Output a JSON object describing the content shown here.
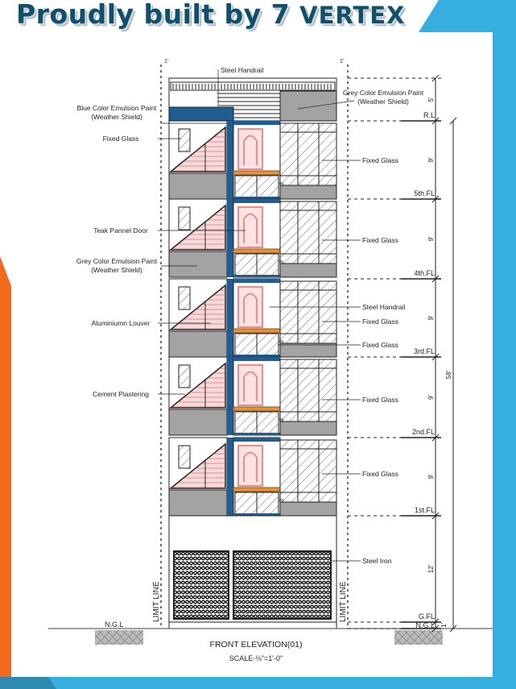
{
  "header": {
    "title_prefix": "Proudly built by 7 ",
    "title_brand": "VERTEX"
  },
  "colors": {
    "accent_blue": "#36aee0",
    "accent_orange": "#f26a1b",
    "title": "#11506c",
    "paint_blue": "#1f5d92",
    "paint_grey": "#a3a3a3",
    "door": "#f08b8b",
    "balcony": "#f08c3c"
  },
  "drawing": {
    "title": "FRONT ELEVATION(01)",
    "scale": "SCALE-⅛\"=1'-0\"",
    "limit_line": "LIMIT LINE",
    "ngl_left": "N.G.L",
    "levels": [
      "R.L",
      "5th.FL",
      "4th.FL",
      "3rd.FL",
      "2nd.FL",
      "1st.FL",
      "G.FL",
      "N.G.L"
    ],
    "dimensions": {
      "parapet": "5'",
      "floor": "9'",
      "ground": "12'",
      "plinth": "1'",
      "total": "58'",
      "top_marks": "1'",
      "balcony": "3'"
    },
    "left_labels": [
      {
        "lines": [
          "Blue Color Emulsion Paint",
          "(Weather Shield)"
        ]
      },
      {
        "lines": [
          "Fixed Glass"
        ]
      },
      {
        "lines": [
          "Teak Pannel Door"
        ]
      },
      {
        "lines": [
          "Grey Color Emulsion Paint",
          "(Weather Shield)"
        ]
      },
      {
        "lines": [
          "Aluminiumn Louver"
        ]
      },
      {
        "lines": [
          "Cement Plastering"
        ]
      }
    ],
    "right_labels": [
      {
        "lines": [
          "Steel Handrail"
        ]
      },
      {
        "lines": [
          "Grey Color Emulsion Paint",
          "(Weather Shield)"
        ]
      },
      {
        "lines": [
          "Fixed Glass"
        ]
      },
      {
        "lines": [
          "Fixed Glass"
        ]
      },
      {
        "lines": [
          "Steel Handrail"
        ]
      },
      {
        "lines": [
          "Fixed Glass"
        ]
      },
      {
        "lines": [
          "Fixed Glass"
        ]
      },
      {
        "lines": [
          "Fixed Glass"
        ]
      },
      {
        "lines": [
          "Fixed Glass"
        ]
      },
      {
        "lines": [
          "Steel Iron"
        ]
      }
    ]
  }
}
